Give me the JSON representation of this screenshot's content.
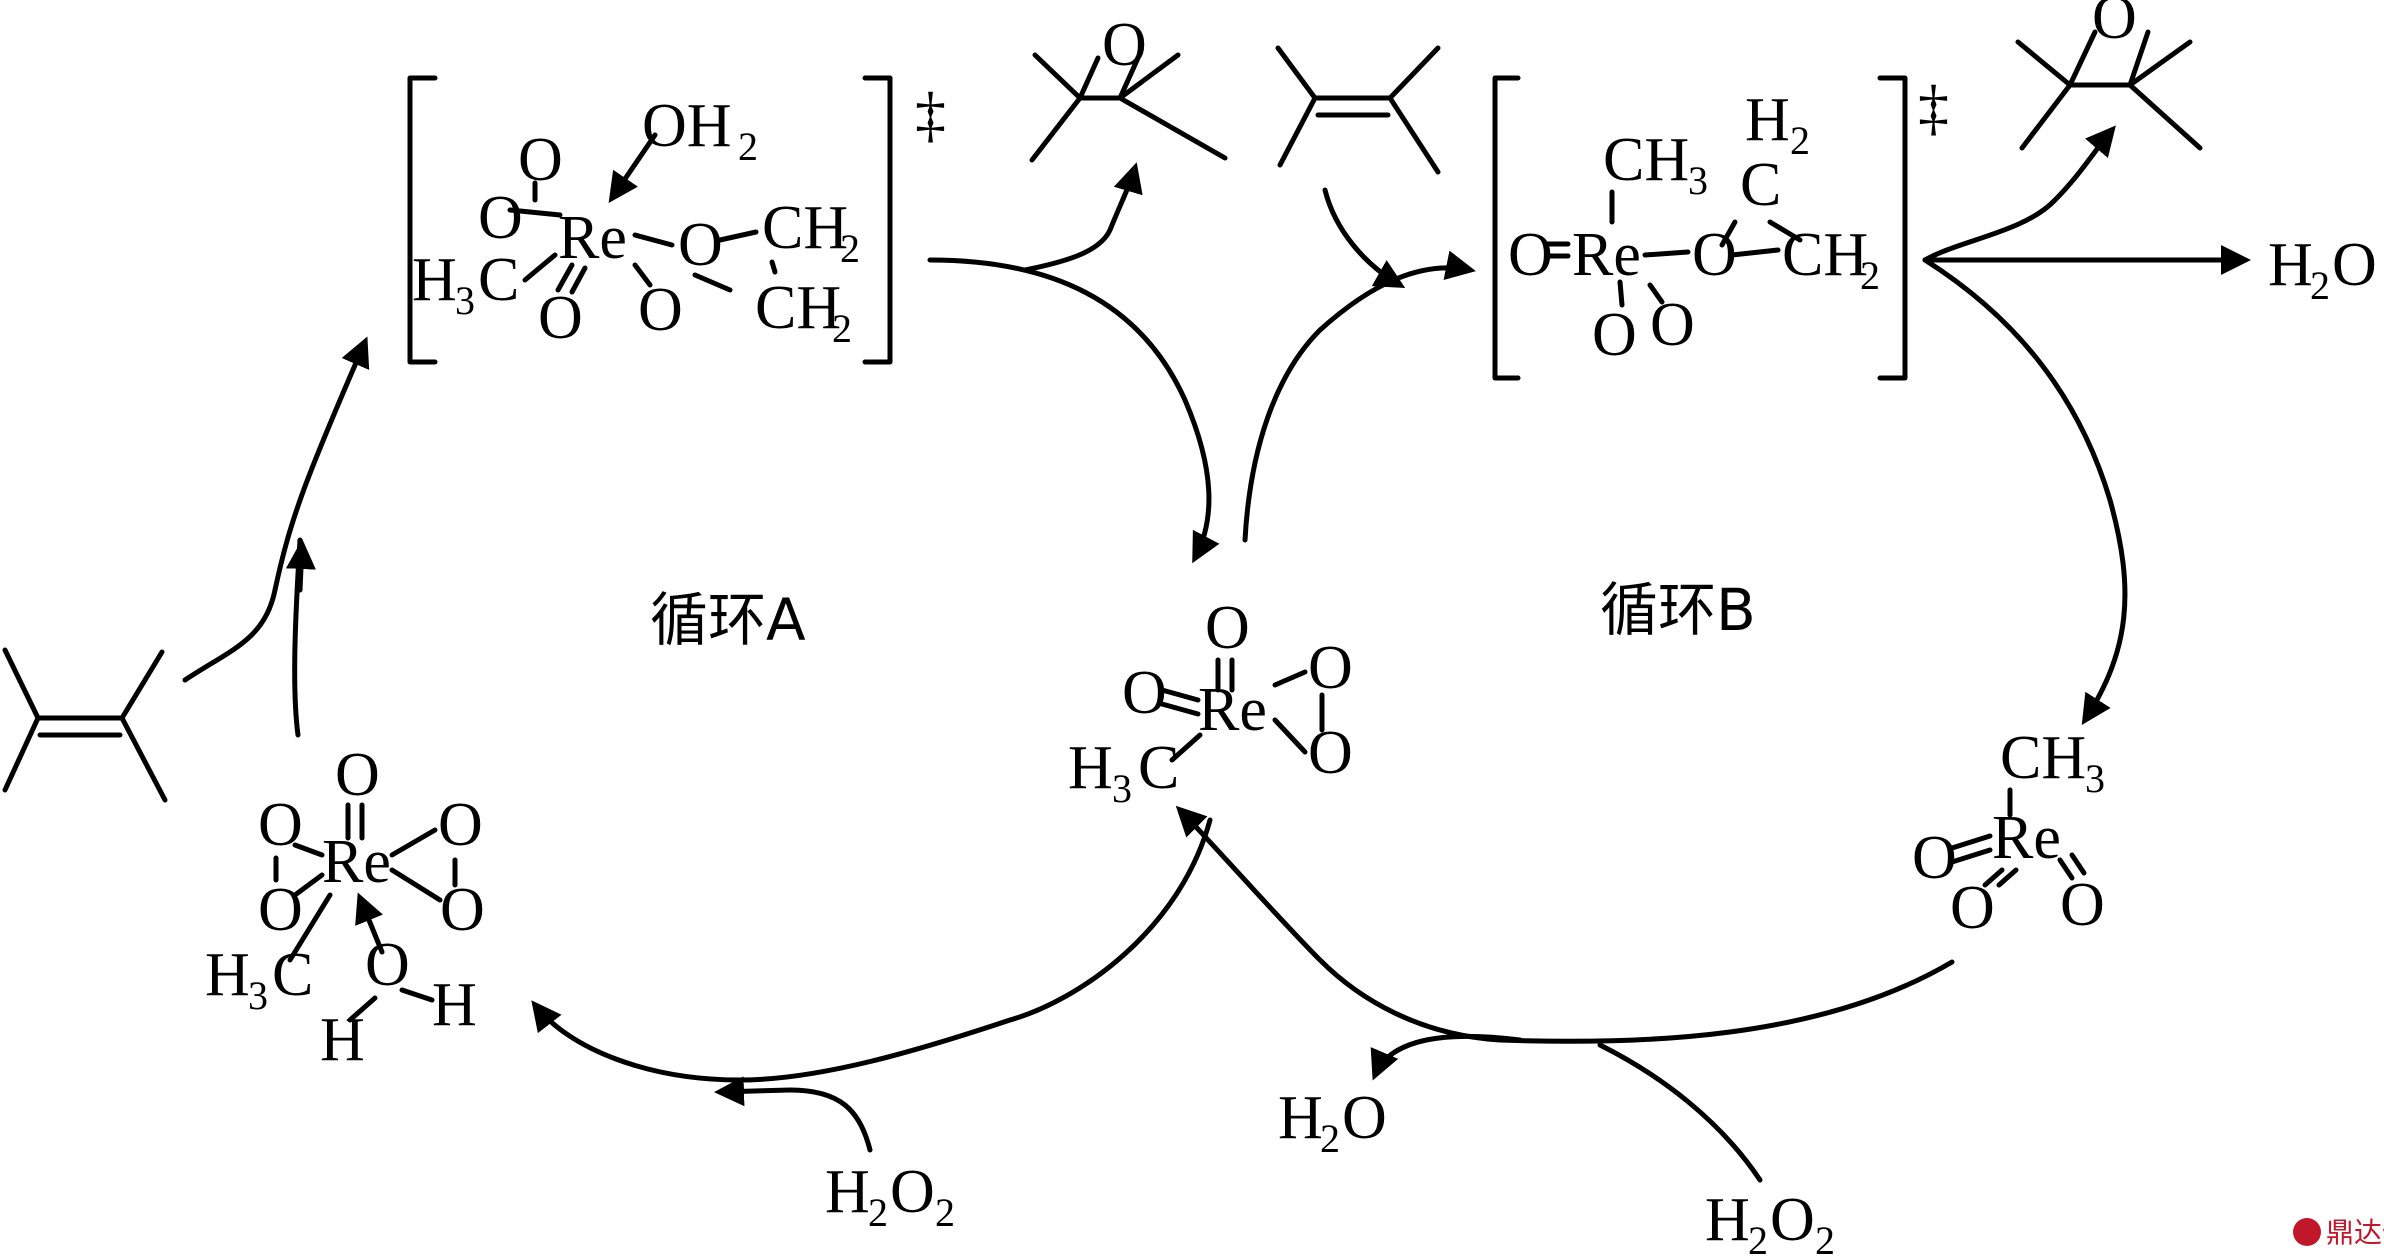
{
  "cycles": {
    "a": "循环A",
    "b": "循环B"
  },
  "dagger": "‡",
  "atoms": {
    "O": "O",
    "Re": "Re",
    "H": "H",
    "C": "C",
    "CH": "CH",
    "H3C_H": "H",
    "H3C_C": "C",
    "H2O_H": "H",
    "H2O_O": "O",
    "OH2_OH": "OH",
    "CH2": "CH",
    "CH3": "CH",
    "H2": "H"
  },
  "subs": {
    "two": "2",
    "three": "3"
  },
  "labels": {
    "water_product": "H₂O",
    "water_byproduct": "H₂O",
    "h2o2_a": "H₂O₂",
    "h2o2_b": "H₂O₂"
  },
  "watermark": "鼎达信",
  "colors": {
    "ink": "#000000",
    "watermark": "#c0182a"
  }
}
